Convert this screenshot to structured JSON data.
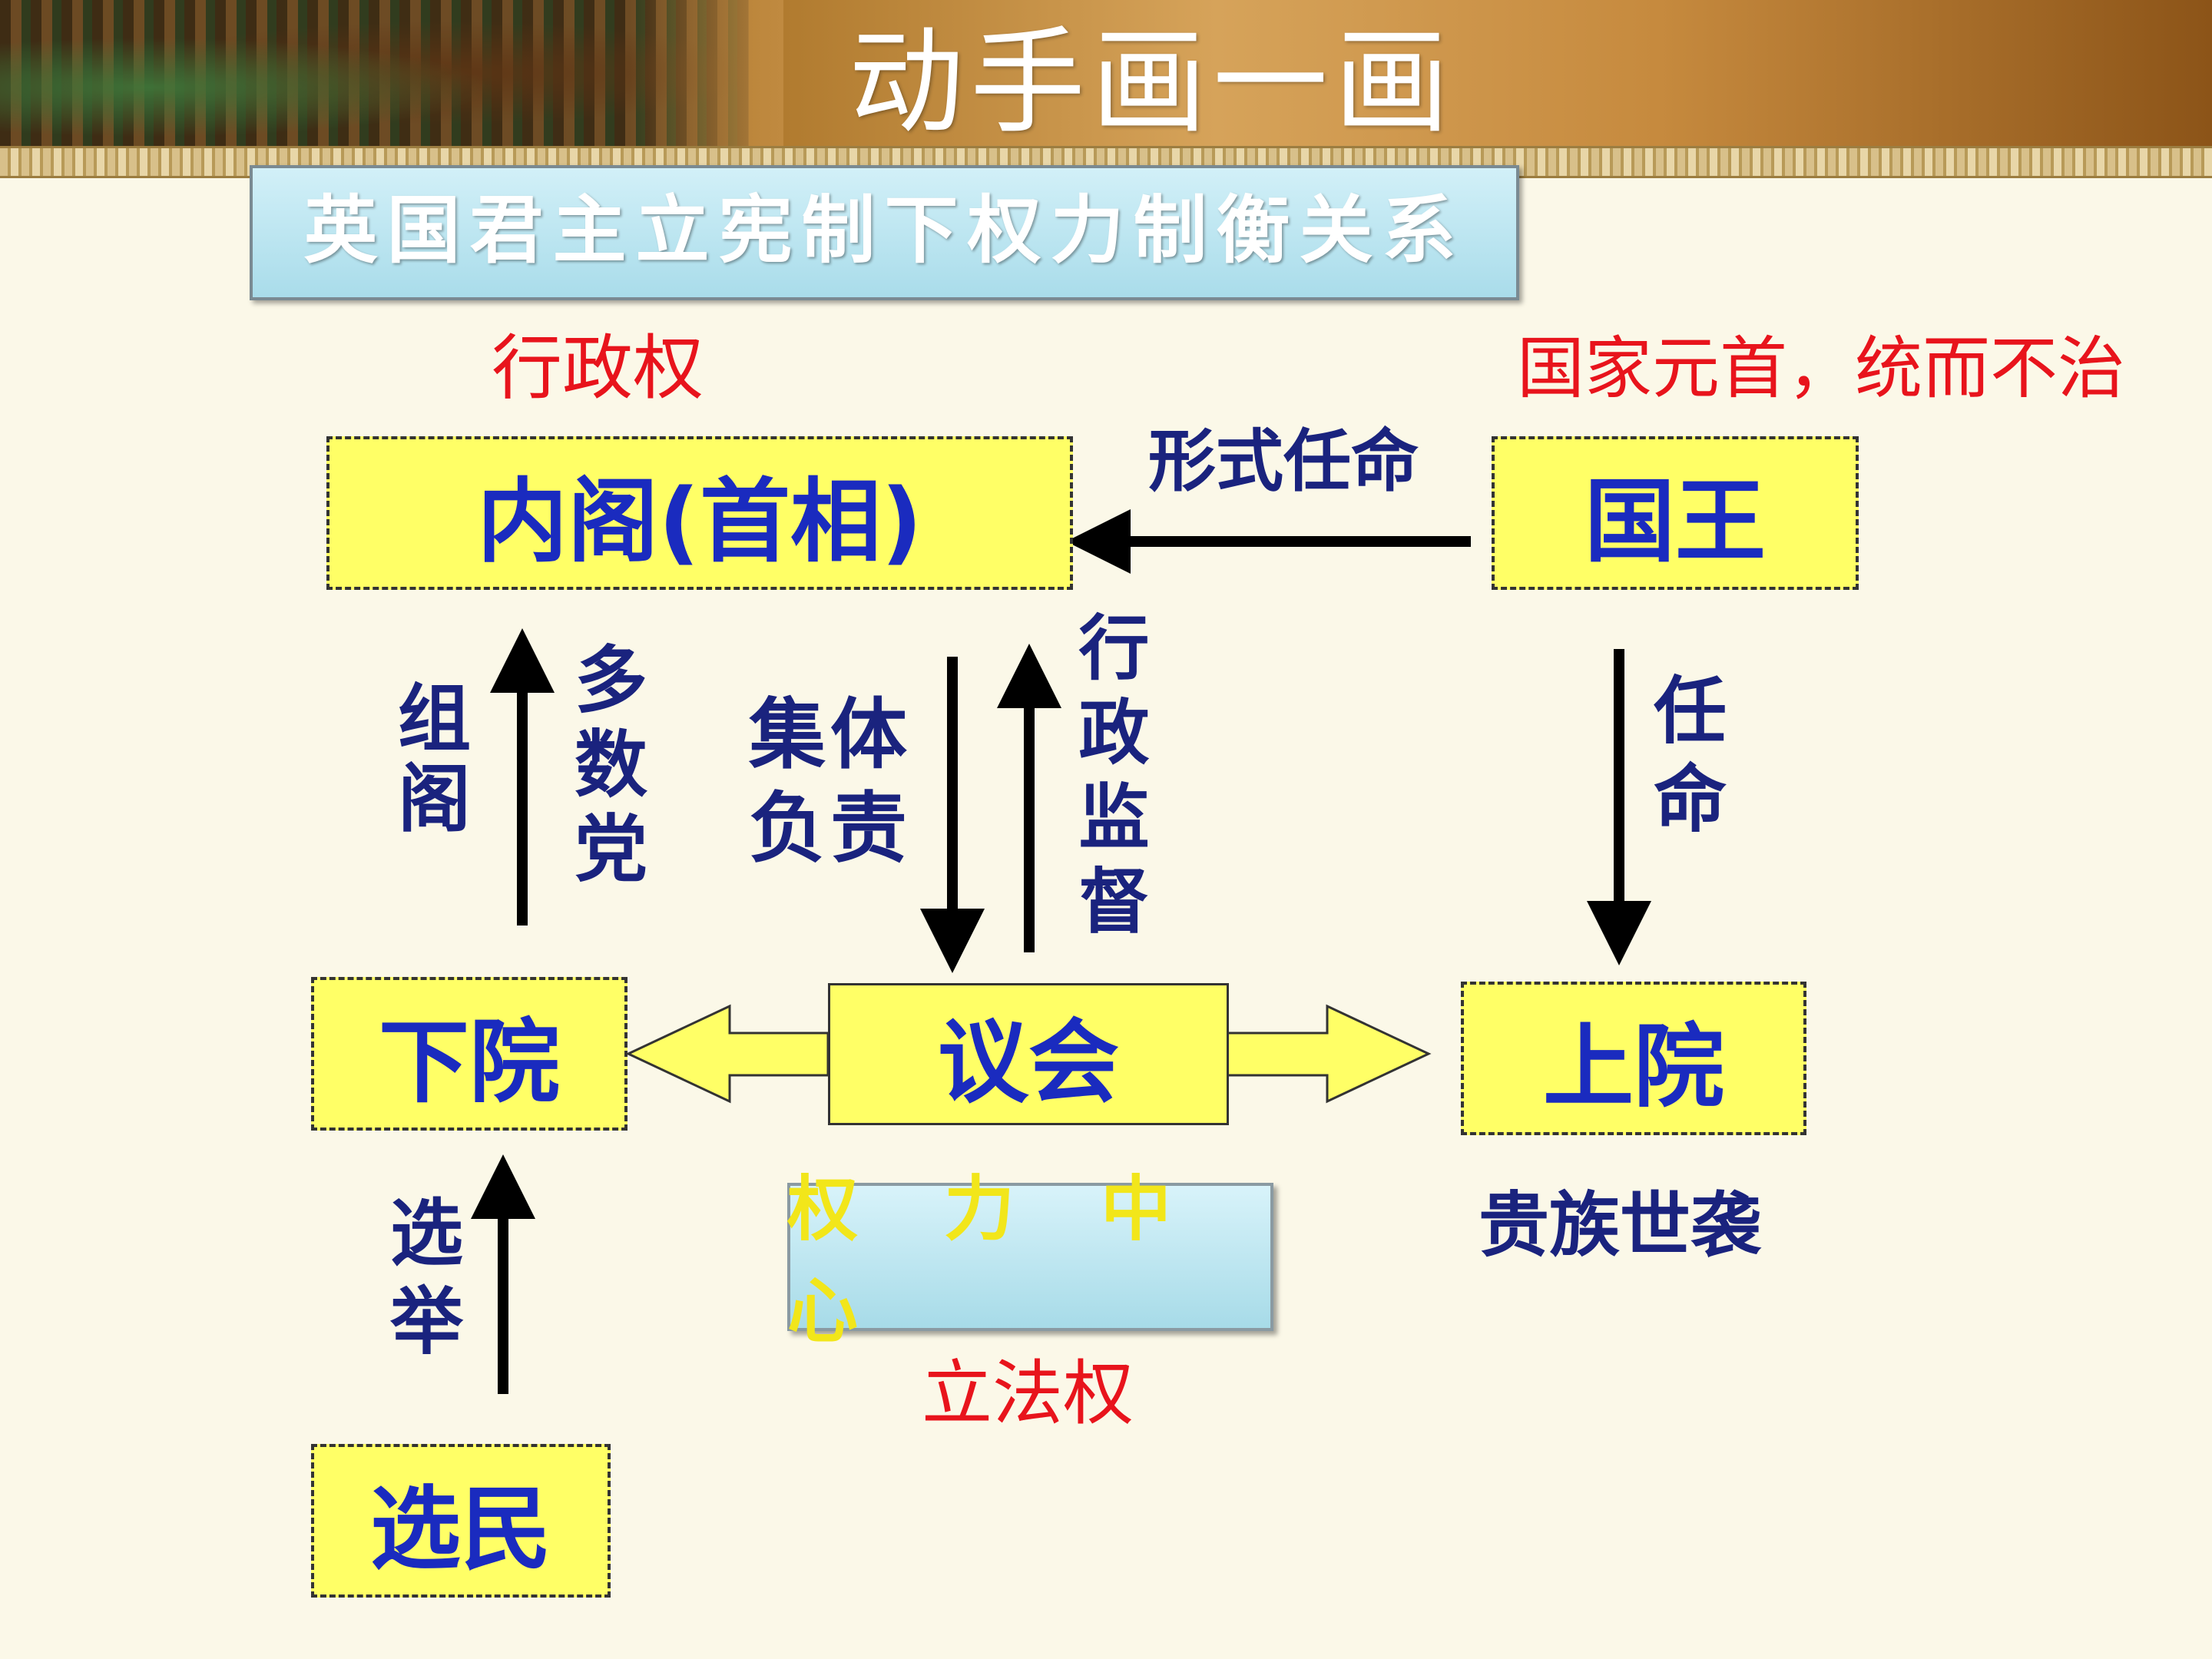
{
  "title": "动手画一画",
  "subtitle": "英国君主立宪制下权力制衡关系",
  "nodes": {
    "cabinet": "内阁(首相)",
    "king": "国王",
    "commons": "下院",
    "parliament": "议会",
    "lords": "上院",
    "voters": "选民"
  },
  "annotations": {
    "executive_power": "行政权",
    "head_of_state": "国家元首，统而不治",
    "power_center": "权 力 中 心",
    "legislative_power": "立法权",
    "hereditary_nobility": "贵族世袭"
  },
  "edges": {
    "formal_appointment": "形式任命",
    "form_cabinet": "组阁",
    "majority_party": "多数党",
    "collective_responsibility": "集体负责",
    "administrative_supervision": "行政监督",
    "appoint": "任命",
    "elect": "选举"
  },
  "colors": {
    "box_fill": "#ffff66",
    "node_text": "#1a2bbf",
    "label_navy": "#1a237e",
    "label_red": "#e8141c",
    "center_text": "#f2e61a"
  }
}
